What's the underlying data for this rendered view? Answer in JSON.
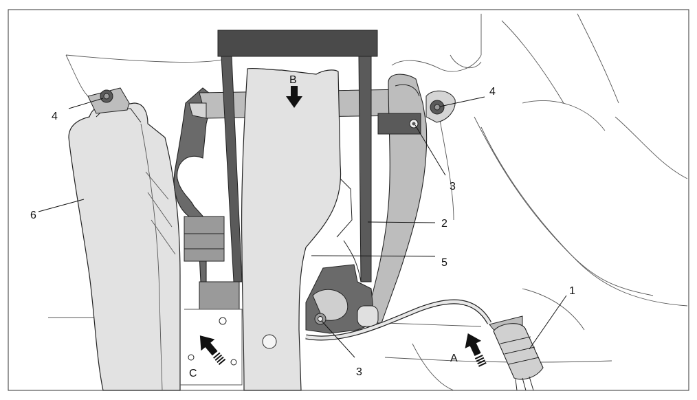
{
  "labels": {
    "l1": "1",
    "l2": "2",
    "l3a": "3",
    "l3b": "3",
    "l4a": "4",
    "l4b": "4",
    "l5": "5",
    "l6": "6",
    "arrowA": "A",
    "arrowB": "B",
    "arrowC": "C"
  },
  "colors": {
    "outline": "#222222",
    "part_light": "#e2e2e2",
    "part_mid": "#bdbdbd",
    "part_dark": "#5a5a5a",
    "tool_dark": "#4a4a4a"
  }
}
